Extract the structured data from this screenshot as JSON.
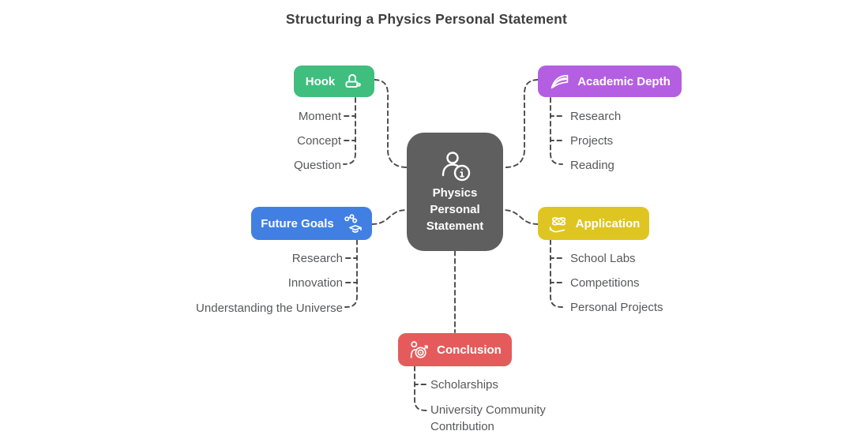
{
  "title": "Structuring a Physics Personal Statement",
  "connector_color": "#4a4a4a",
  "center": {
    "label": "Physics Personal Statement",
    "color": "#5f5f5f",
    "icon": "person-info-icon"
  },
  "branches": [
    {
      "id": "hook",
      "label": "Hook",
      "color": "#3fbe7d",
      "icon": "lock-icon",
      "items": [
        "Moment",
        "Concept",
        "Question"
      ]
    },
    {
      "id": "academic-depth",
      "label": "Academic Depth",
      "color": "#b45fe1",
      "icon": "open-book-icon",
      "items": [
        "Research",
        "Projects",
        "Reading"
      ]
    },
    {
      "id": "future-goals",
      "label": "Future Goals",
      "color": "#4180e2",
      "icon": "graduate-molecule-icon",
      "items": [
        "Research",
        "Innovation",
        "Understanding the Universe"
      ]
    },
    {
      "id": "application",
      "label": "Application",
      "color": "#dfc522",
      "icon": "hand-atom-icon",
      "items": [
        "School Labs",
        "Competitions",
        "Personal Projects"
      ]
    },
    {
      "id": "conclusion",
      "label": "Conclusion",
      "color": "#e55b5b",
      "icon": "person-target-icon",
      "items": [
        "Scholarships",
        "University Community Contribution"
      ]
    }
  ]
}
